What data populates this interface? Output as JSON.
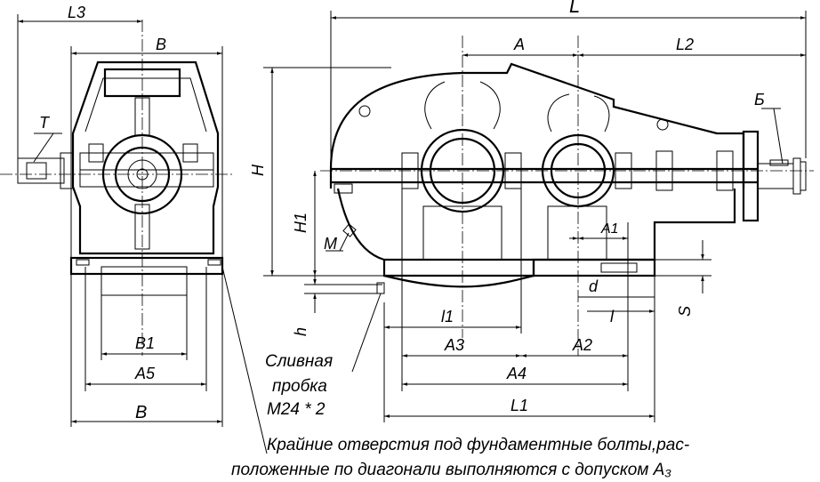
{
  "labels": {
    "L": "L",
    "L3": "L3",
    "B_top": "B",
    "A": "A",
    "L2": "L2",
    "T": "T",
    "B_cyr": "Б",
    "H": "H",
    "H1": "H1",
    "M": "M",
    "A1": "A1",
    "d": "d",
    "l": "l",
    "S": "S",
    "h": "h",
    "l1": "l1",
    "A3": "A3",
    "A2": "A2",
    "A4": "A4",
    "L1": "L1",
    "B1": "B1",
    "A5": "A5",
    "B_bottom": "B"
  },
  "drain_plug": {
    "line1": "Сливная",
    "line2": "пробка",
    "line3": "M24 * 2"
  },
  "note": {
    "line1": "Крайние отверстия под фундаментные болты,рас-",
    "line2": "положенные по диагонали выполняются с допуском A₃"
  }
}
